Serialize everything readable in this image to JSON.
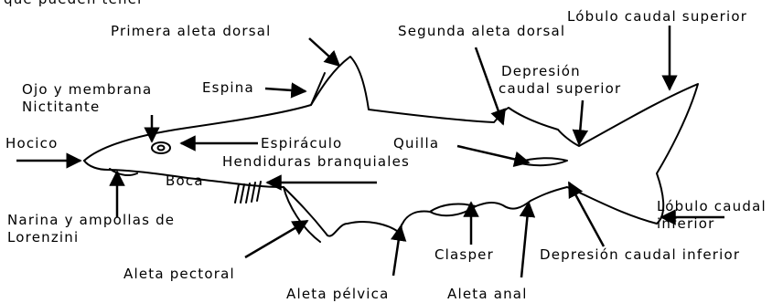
{
  "header_fragment": "que pueden tener",
  "labels": {
    "primera_aleta_dorsal": "Primera aleta dorsal",
    "segunda_aleta_dorsal": "Segunda aleta dorsal",
    "lobulo_caudal_superior": "Lóbulo caudal superior",
    "espina": "Espina",
    "ojo_membrana_1": "Ojo y membrana",
    "ojo_membrana_2": "Nictitante",
    "depresion_caudal_superior_1": "Depresión",
    "depresion_caudal_superior_2": "caudal superior",
    "hocico": "Hocico",
    "espiraculo": "Espiráculo",
    "quilla": "Quilla",
    "hendiduras": "Hendiduras branquiales",
    "boca": "Boca",
    "lobulo_caudal_inferior_1": "Lóbulo caudal",
    "lobulo_caudal_inferior_2": "inferior",
    "narina_1": "Narina y ampollas de",
    "narina_2": "Lorenzini",
    "clasper": "Clasper",
    "depresion_caudal_inferior": "Depresión caudal inferior",
    "aleta_pectoral": "Aleta pectoral",
    "aleta_pelvica": "Aleta pélvica",
    "aleta_anal": "Aleta anal"
  }
}
